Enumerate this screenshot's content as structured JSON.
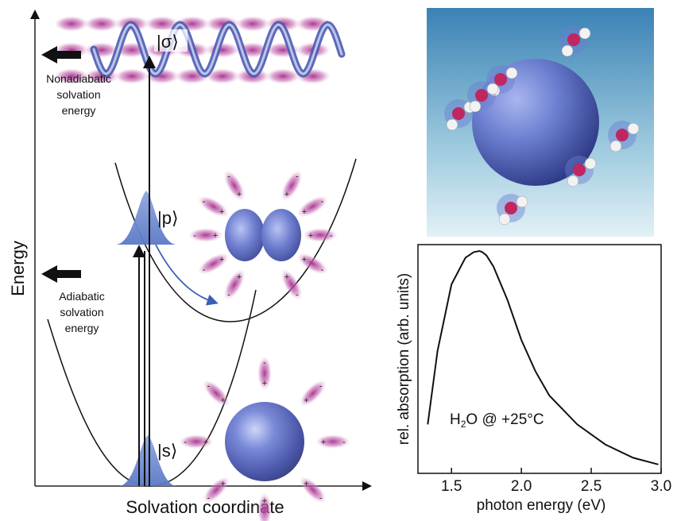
{
  "left_diagram": {
    "y_axis_label": "Energy",
    "x_axis_label": "Solvation coordinate",
    "nonadiabatic_label": [
      "Nonadiabatic",
      "solvation",
      "energy"
    ],
    "adiabatic_label": [
      "Adiabatic",
      "solvation",
      "energy"
    ],
    "state_sigma": "|σ⟩",
    "state_p": "|p⟩",
    "state_s": "|s⟩",
    "plus": "+",
    "minus": "-"
  },
  "render_panel": {
    "colors": {
      "sky_top": "#3a82b5",
      "sky_bottom": "#e2f1f6",
      "sphere": "#6b7fd0"
    }
  },
  "chart_data": {
    "type": "line",
    "title": "",
    "xlabel": "photon energy (eV)",
    "ylabel": "rel. absorption (arb. units)",
    "annotation": "H2O @ +25°C",
    "annotation_main": "H",
    "annotation_sub": "2",
    "annotation_rest": "O @ +25°C",
    "xlim": [
      1.26,
      3.0
    ],
    "ylim": [
      0,
      1.0
    ],
    "x_ticks": [
      1.5,
      2.0,
      2.5,
      3.0
    ],
    "x_tick_labels": [
      "1.5",
      "2.0",
      "2.5",
      "3.0"
    ],
    "series": [
      {
        "x": [
          1.33,
          1.4,
          1.5,
          1.6,
          1.66,
          1.7,
          1.72,
          1.75,
          1.8,
          1.9,
          2.0,
          2.1,
          2.2,
          2.4,
          2.6,
          2.8,
          2.98
        ],
        "y": [
          0.22,
          0.55,
          0.85,
          0.97,
          0.995,
          1.0,
          0.995,
          0.98,
          0.93,
          0.78,
          0.6,
          0.46,
          0.35,
          0.22,
          0.13,
          0.07,
          0.04
        ]
      }
    ]
  }
}
